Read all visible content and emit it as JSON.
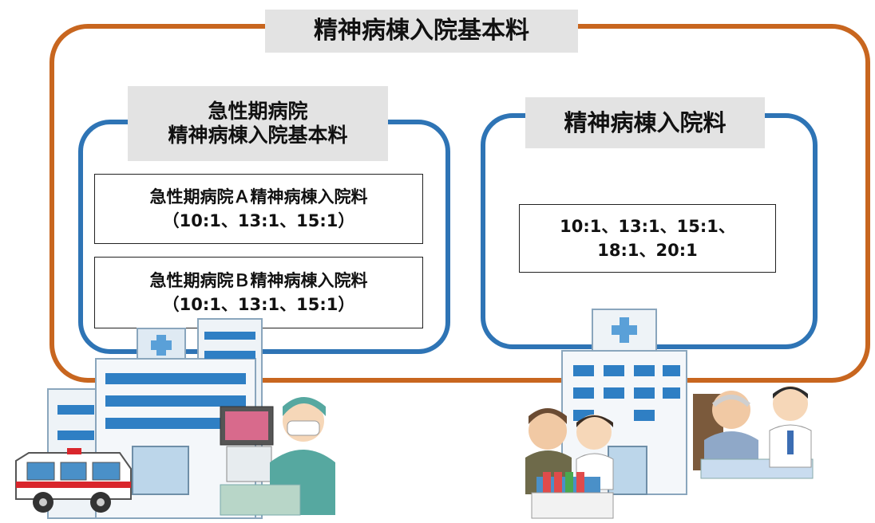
{
  "diagram": {
    "main_title": "精神病棟入院基本料",
    "left_group": {
      "title_line1": "急性期病院",
      "title_line2": "精神病棟入院基本料",
      "items": [
        {
          "name": "急性期病院Ａ精神病棟入院料",
          "ratios": "（10:1、13:1、15:1）"
        },
        {
          "name": "急性期病院Ｂ精神病棟入院料",
          "ratios": "（10:1、13:1、15:1）"
        }
      ]
    },
    "right_group": {
      "title": "精神病棟入院料",
      "ratios_line1": "10:1、13:1、15:1、",
      "ratios_line2": "18:1、20:1"
    }
  },
  "colors": {
    "outer_frame": "#c8661f",
    "inner_frame": "#2e74b5",
    "label_bg": "#e3e3e3"
  },
  "illustrations": [
    "hospital-building-icon",
    "ambulance-icon",
    "endoscopy-doctor-icon",
    "clinic-building-icon",
    "patient-family-icon",
    "nurse-icon",
    "test-tubes-icon",
    "elderly-patient-icon",
    "doctor-icon"
  ]
}
